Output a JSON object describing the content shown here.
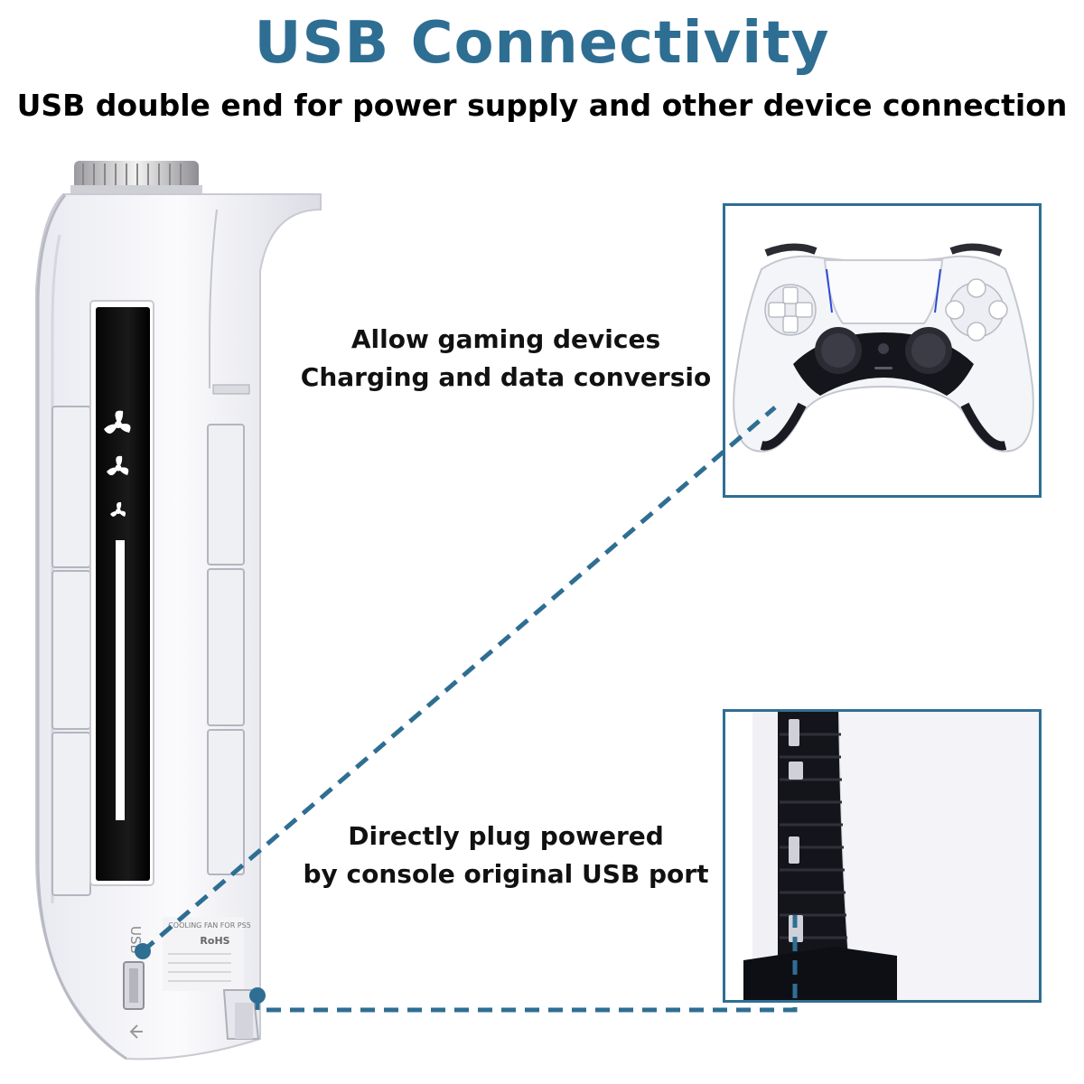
{
  "header": {
    "title": "USB Connectivity",
    "subtitle": "USB double end for power supply and other device connection"
  },
  "captions": {
    "controller_line1": "Allow gaming devices",
    "controller_line2": "Charging and data conversio",
    "console_line1": "Directly plug powered",
    "console_line2": "by console original USB port"
  },
  "device_labels": {
    "usb_port_label": "USB",
    "rohs_label": "RoHS",
    "product_label": "COOLING FAN FOR PS5"
  },
  "colors": {
    "accent": "#2f6e93",
    "title": "#2f6e93",
    "text": "#111111"
  },
  "icons": [
    "fan-icon",
    "fan-icon",
    "fan-icon",
    "usb-port-icon",
    "controller-image",
    "console-image"
  ]
}
